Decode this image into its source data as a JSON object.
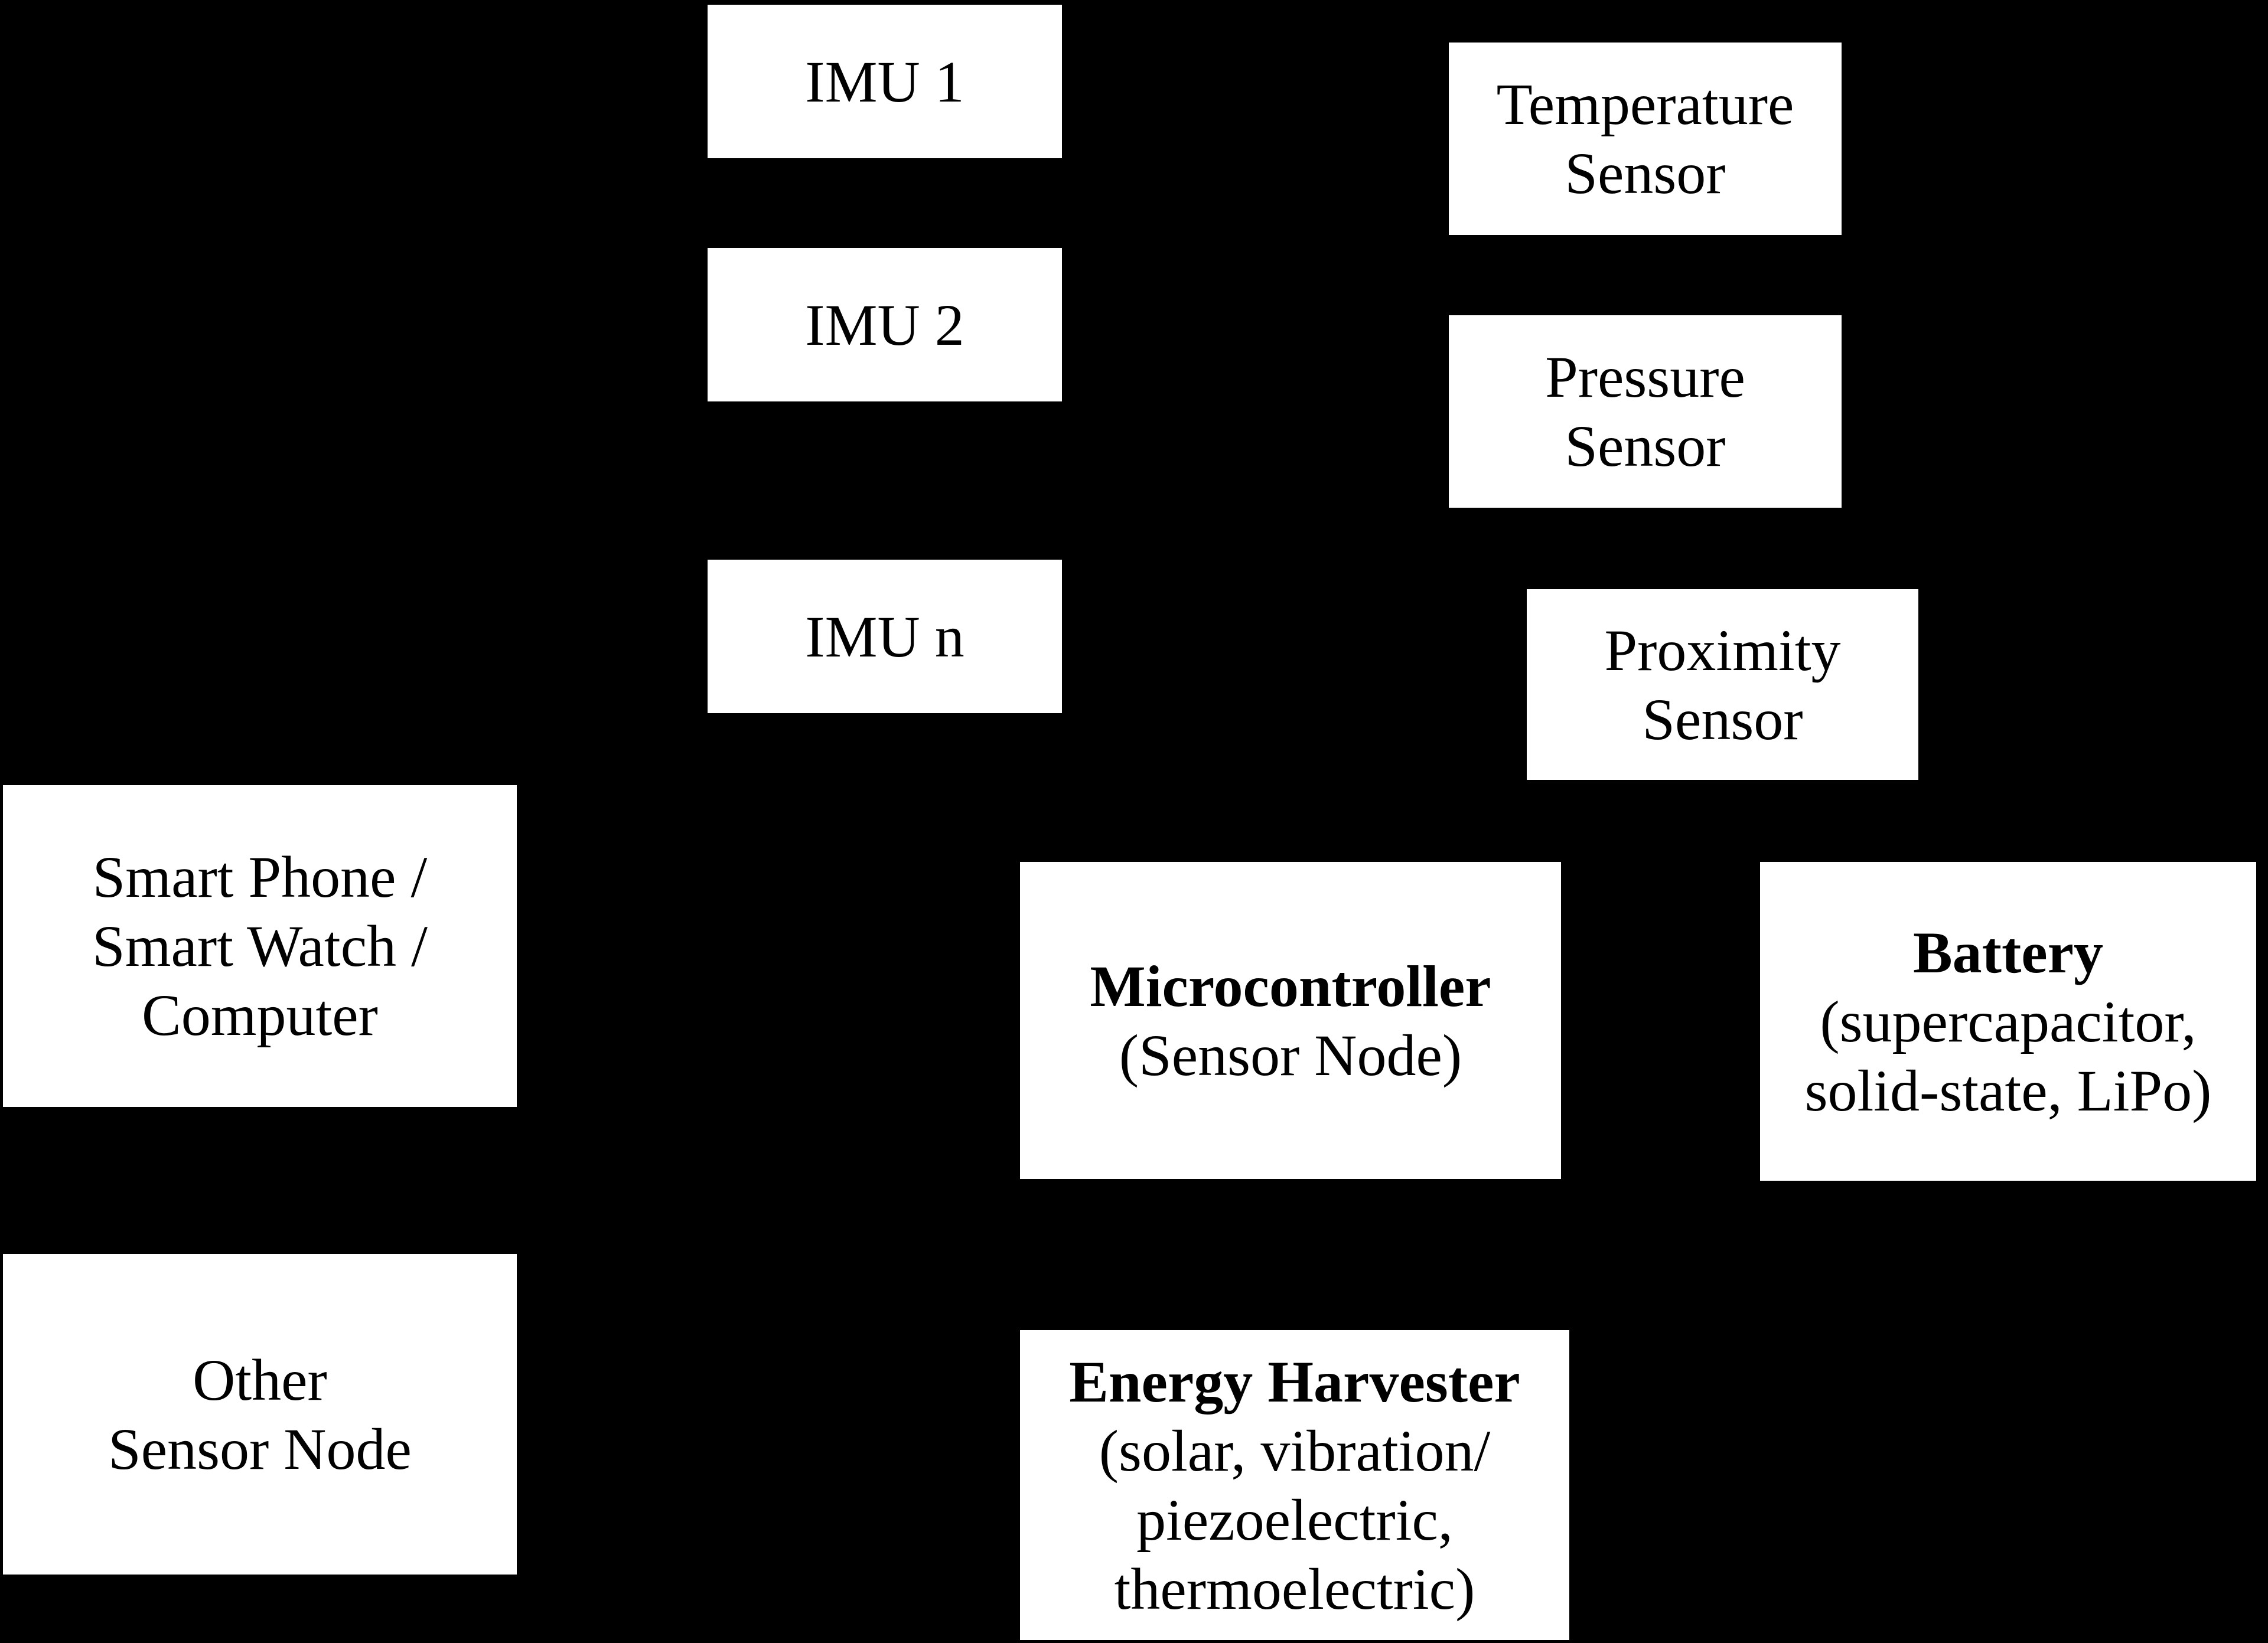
{
  "diagram": {
    "palette": {
      "background": "#000000",
      "box_fill": "#ffffff",
      "box_text": "#000000"
    },
    "nodes": {
      "imu1": {
        "line1": "IMU 1"
      },
      "imu2": {
        "line1": "IMU 2"
      },
      "imun": {
        "line1": "IMU n"
      },
      "temperature": {
        "line1": "Temperature",
        "line2": "Sensor"
      },
      "pressure": {
        "line1": "Pressure",
        "line2": "Sensor"
      },
      "proximity": {
        "line1": "Proximity",
        "line2": "Sensor"
      },
      "smartphone": {
        "line1": "Smart Phone /",
        "line2": "Smart Watch /",
        "line3": "Computer"
      },
      "microcontroller": {
        "line1": "Microcontroller",
        "line2": "(Sensor Node)"
      },
      "battery": {
        "line1": "Battery",
        "line2": "(supercapacitor,",
        "line3": "solid-state, LiPo)"
      },
      "other_sensor_node": {
        "line1": "Other",
        "line2": "Sensor Node"
      },
      "energy_harvester": {
        "line1": "Energy Harvester",
        "line2": "(solar, vibration/",
        "line3": "piezoelectric,",
        "line4": "thermoelectric)"
      }
    }
  }
}
